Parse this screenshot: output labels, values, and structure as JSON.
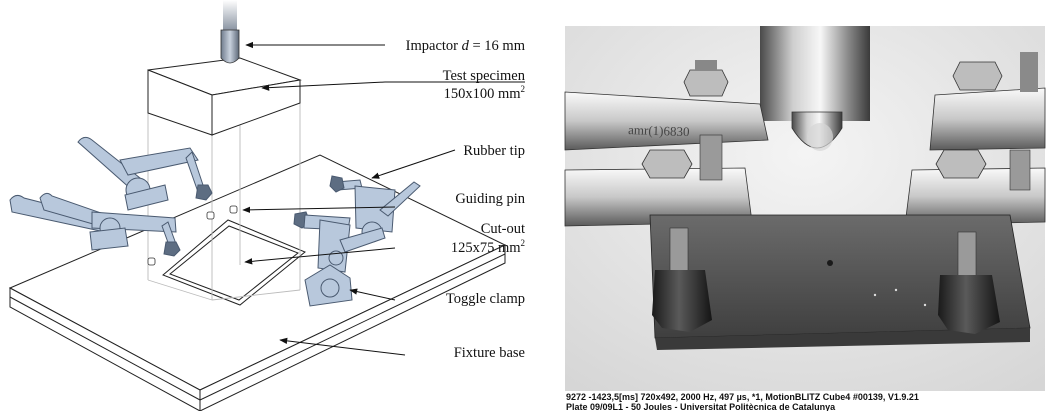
{
  "labels": {
    "impactor": {
      "prefix": "Impactor ",
      "var": "d",
      "suffix": " = 16 mm"
    },
    "specimen": {
      "line1": "Test specimen",
      "line2": "150x100 mm",
      "sup": "2"
    },
    "rubber_tip": "Rubber tip",
    "guiding_pin": "Guiding pin",
    "cutout": {
      "line1": "Cut-out",
      "line2": "125x75 mm",
      "sup": "2"
    },
    "toggle_clamp": "Toggle clamp",
    "fixture_base": "Fixture base"
  },
  "photo": {
    "stamp": "amr(1)6830",
    "caption_line1": "9272  -1423,5[ms] 720x492, 2000 Hz, 497 µs, *1, MotionBLITZ Cube4 #00139, V1.9.21",
    "caption_line2": "Plate 09/09L1 - 50 Joules - Universitat Politècnica de Catalunya"
  },
  "colors": {
    "clamp_fill": "#b8c8dc",
    "clamp_stroke": "#4a5a70",
    "line": "#222222",
    "photo_bg": "#eeeeee"
  }
}
